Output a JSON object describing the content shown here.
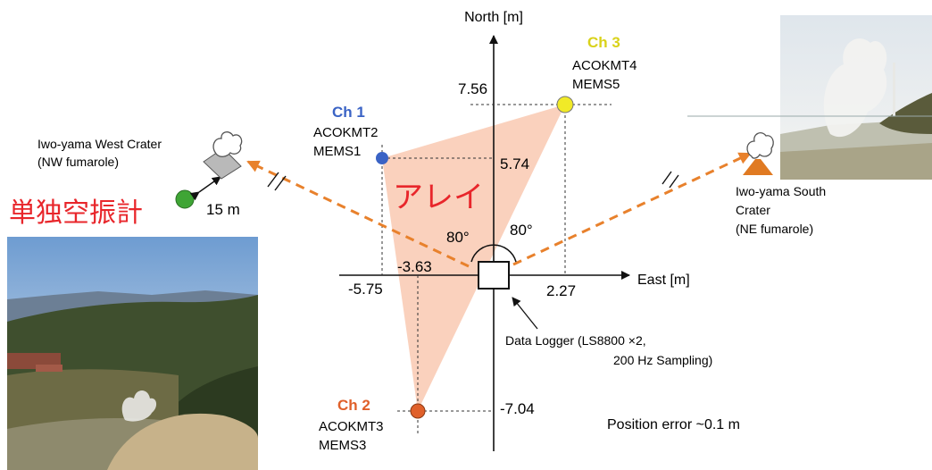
{
  "axes": {
    "north_label": "North [m]",
    "east_label": "East [m]"
  },
  "ticks": {
    "y_top": "7.56",
    "y_mid": "5.74",
    "y_bottom": "-7.04",
    "x_left": "-5.75",
    "x_mid_left": "-3.63",
    "x_right": "2.27"
  },
  "channels": [
    {
      "name": "Ch 1",
      "sensor1": "ACOKMT2",
      "sensor2": "MEMS1",
      "color": "#3a63c5"
    },
    {
      "name": "Ch 2",
      "sensor1": "ACOKMT3",
      "sensor2": "MEMS3",
      "color": "#e0602a"
    },
    {
      "name": "Ch 3",
      "sensor1": "ACOKMT4",
      "sensor2": "MEMS5",
      "color": "#e6e21a"
    }
  ],
  "array_label": "アレイ",
  "single_sensor_label": "単独空振計",
  "angles": {
    "left": "80°",
    "right": "80°"
  },
  "distance_label": "15 m",
  "west_crater": {
    "line1": "Iwo-yama West Crater",
    "line2": "(NW fumarole)"
  },
  "south_crater": {
    "line1": "Iwo-yama South",
    "line2": "Crater",
    "line3": "(NE fumarole)"
  },
  "logger": {
    "line1": "Data Logger (LS8800 ×2,",
    "line2": "200 Hz Sampling)"
  },
  "position_error": "Position error ~0.1 m",
  "colors": {
    "array_fill": "#f9c9b2",
    "dashed_arrow": "#e8812c",
    "single_sensor": "#3fa535",
    "red_text": "#e8262b",
    "volcano": "#e07a22"
  }
}
